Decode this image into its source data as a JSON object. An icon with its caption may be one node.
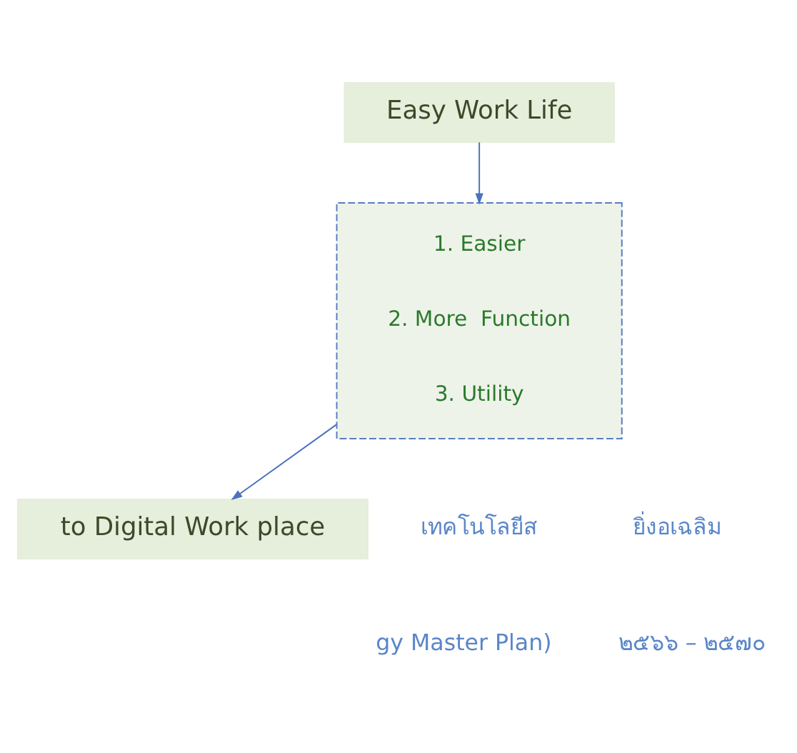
{
  "diagram": {
    "nodes": [
      {
        "text": [
          "Easy Work Life"
        ]
      },
      {
        "text": [
          "1. Easier",
          "2. More  Function",
          "3. Utility"
        ]
      },
      {
        "text": [
          "to Digital Work place"
        ]
      }
    ],
    "edges": [
      {
        "from": 0,
        "to": 1,
        "arrow": "to"
      },
      {
        "from": 1,
        "to": 2,
        "arrow": "to"
      }
    ],
    "labels": [
      "เทคโนโลยีส",
      "gy Master Plan)",
      "ยิ่งอเฉลิม",
      "๒๕๖๖ – ๒๕๗๐"
    ]
  }
}
